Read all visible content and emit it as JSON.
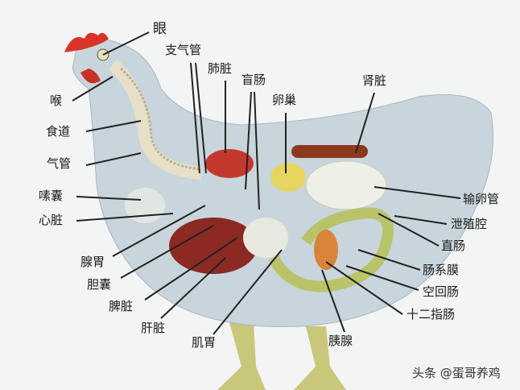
{
  "labels": {
    "eye": "眼",
    "bronchus": "支气管",
    "lung": "肺脏",
    "cecum": "盲肠",
    "ovary": "卵巢",
    "kidney": "肾脏",
    "larynx": "喉",
    "esophagus": "食道",
    "trachea": "气管",
    "crop": "嗉囊",
    "heart": "心脏",
    "proventriculus": "腺胃",
    "gallbladder": "胆囊",
    "spleen": "脾脏",
    "liver": "肝脏",
    "gizzard": "肌胃",
    "pancreas": "胰腺",
    "duodenum": "十二指肠",
    "jejunum_ileum": "空回肠",
    "mesentery": "肠系膜",
    "rectum": "直肠",
    "cloaca": "泄殖腔",
    "oviduct": "输卵管"
  },
  "watermark": "头条 @蛋哥养鸡",
  "colors": {
    "body": "#c9d5dc",
    "comb": "#d8342a",
    "liver": "#8a2a22",
    "legs": "#c9c77a",
    "intestine": "#b9c46a",
    "oviduct": "#eef0e8",
    "kidney": "#8c3a1e"
  }
}
